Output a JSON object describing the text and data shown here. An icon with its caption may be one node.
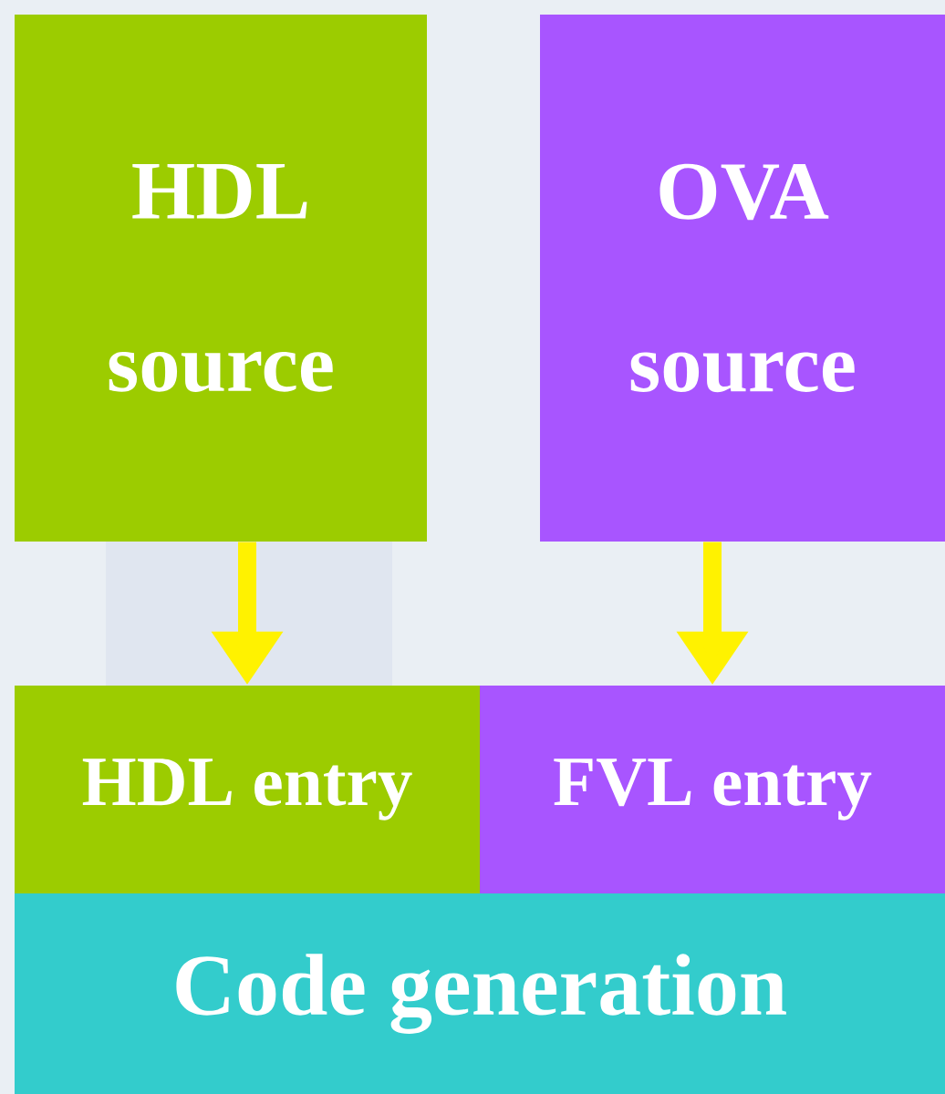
{
  "diagram": {
    "nodes": [
      {
        "text": [
          "HDL source"
        ]
      },
      {
        "text": [
          "OVA source"
        ]
      },
      {
        "text": [
          "HDL entry"
        ]
      },
      {
        "text": [
          "FVL entry"
        ]
      },
      {
        "text": [
          "Code generation"
        ]
      }
    ],
    "edges": [
      {
        "from": 0,
        "to": 2,
        "arrow": "to"
      },
      {
        "from": 1,
        "to": 3,
        "arrow": "to"
      }
    ]
  }
}
